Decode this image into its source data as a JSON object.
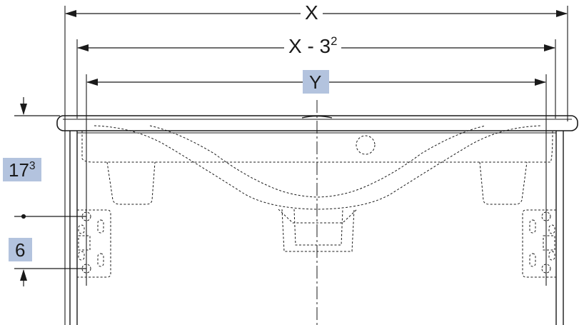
{
  "dimensions": {
    "overall_width": {
      "label": "X"
    },
    "reduced_width": {
      "label": "X - 3",
      "superscript": "2"
    },
    "bracket_spacing": {
      "label": "Y"
    },
    "top_offset": {
      "label": "17",
      "superscript": "3"
    },
    "bracket_height": {
      "label": "6"
    }
  },
  "colors": {
    "line": "#1a1a1a",
    "highlight": "#b3c3de",
    "background": "#ffffff"
  }
}
